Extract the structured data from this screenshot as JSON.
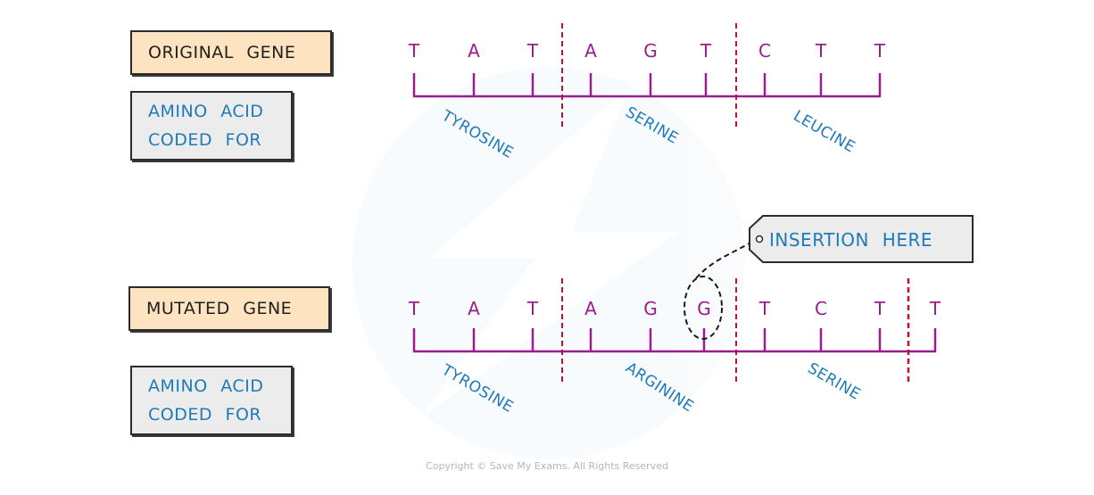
{
  "labels": {
    "original_gene": "ORIGINAL GENE",
    "mutated_gene": "MUTATED GENE",
    "amino_top_line1": "AMINO ACID",
    "amino_top_line2": "CODED FOR",
    "amino_bottom_line1": "AMINO ACID",
    "amino_bottom_line2": "CODED FOR"
  },
  "original": {
    "bases": [
      "T",
      "A",
      "T",
      "A",
      "G",
      "T",
      "C",
      "T",
      "T"
    ],
    "amino_acids": [
      "TYROSINE",
      "SERINE",
      "LEUCINE"
    ]
  },
  "mutated": {
    "bases": [
      "T",
      "A",
      "T",
      "A",
      "G",
      "G",
      "T",
      "C",
      "T",
      "T"
    ],
    "amino_acids": [
      "TYROSINE",
      "ARGININE",
      "SERINE"
    ],
    "inserted_base_index": 5
  },
  "callout": {
    "text": "INSERTION HERE"
  },
  "footer": {
    "copyright": "Copyright © Save My Exams. All Rights Reserved"
  },
  "colors": {
    "base_letters": "#9a1d8e",
    "strand": "#9a1d8e",
    "codon_divider": "#c8102e",
    "amino_text": "#1e7ab8",
    "gene_box_fill": "#fde3c0",
    "amino_box_fill": "#ececec"
  }
}
